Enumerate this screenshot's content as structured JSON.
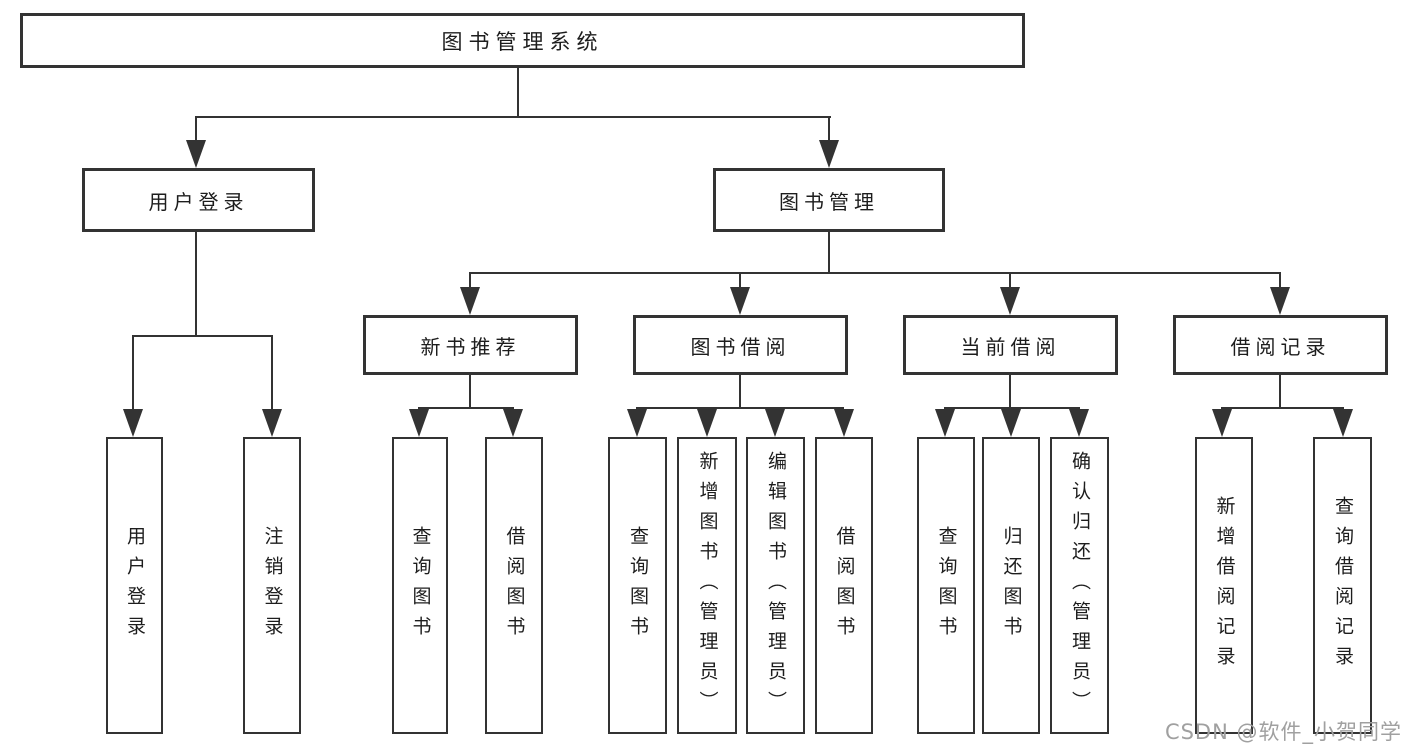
{
  "colors": {
    "line": "#333333",
    "text": "#1d1d1d",
    "background": "#ffffff",
    "watermark": "#a0a0a0"
  },
  "watermark": {
    "text": "CSDN @软件_小贺同学"
  },
  "diagram": {
    "root": {
      "label": "图书管理系统"
    },
    "level2": [
      {
        "label": "用户登录"
      },
      {
        "label": "图书管理"
      }
    ],
    "level3": [
      {
        "label": "新书推荐"
      },
      {
        "label": "图书借阅"
      },
      {
        "label": "当前借阅"
      },
      {
        "label": "借阅记录"
      }
    ],
    "leaves": {
      "user_login": [
        "用户登录",
        "注销登录"
      ],
      "new_book_recommend": [
        "查询图书",
        "借阅图书"
      ],
      "book_borrow": [
        "查询图书",
        "新增图书（管理员）",
        "编辑图书（管理员）",
        "借阅图书"
      ],
      "current_borrow": [
        "查询图书",
        "归还图书",
        "确认归还（管理员）"
      ],
      "borrow_records": [
        "新增借阅记录",
        "查询借阅记录"
      ]
    }
  }
}
